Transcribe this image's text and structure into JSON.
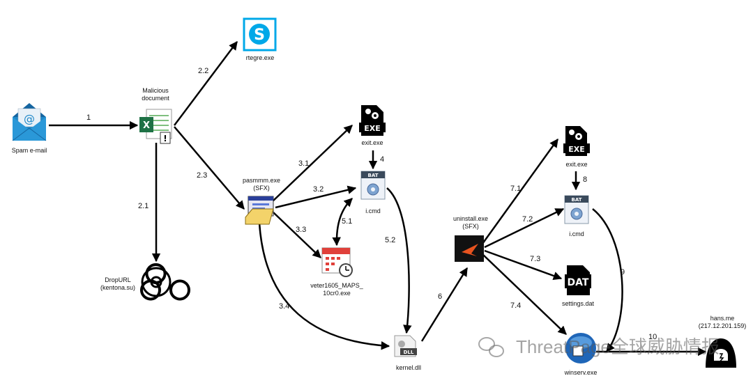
{
  "nodes": {
    "spam_email": {
      "label": "Spam e-mail"
    },
    "malicious_doc": {
      "label_line1": "Malicious",
      "label_line2": "document"
    },
    "rtegre": {
      "label": "rtegre.exe"
    },
    "dropurl": {
      "label_line1": "DropURL",
      "label_line2": "(kentona.su)"
    },
    "pasmmm": {
      "label_line1": "pasmmm.exe",
      "label_line2": "(SFX)"
    },
    "exit1": {
      "label": "exit.exe",
      "icon_text": "EXE"
    },
    "icmd1": {
      "label": "i.cmd",
      "icon_text": "BAT"
    },
    "veter": {
      "label_line1": "veter1605_MAPS_",
      "label_line2": "10cr0.exe"
    },
    "kernel": {
      "label": "kernel.dll",
      "icon_text": "DLL"
    },
    "uninstall": {
      "label_line1": "uninstall.exe",
      "label_line2": "(SFX)"
    },
    "exit2": {
      "label": "exit.exe",
      "icon_text": "EXE"
    },
    "icmd2": {
      "label": "i.cmd",
      "icon_text": "BAT"
    },
    "settings": {
      "label": "settings.dat",
      "icon_text": "DAT"
    },
    "winserv": {
      "label": "winserv.exe"
    },
    "hans": {
      "label_line1": "hans.me",
      "label_line2": "(217.12.201.159)"
    }
  },
  "edges": {
    "e1": "1",
    "e21": "2.1",
    "e22": "2.2",
    "e23": "2.3",
    "e31": "3.1",
    "e32": "3.2",
    "e33": "3.3",
    "e34": "3.4",
    "e4": "4",
    "e51": "5.1",
    "e52": "5.2",
    "e6": "6",
    "e71": "7.1",
    "e72": "7.2",
    "e73": "7.3",
    "e74": "7.4",
    "e8": "8",
    "e9": "9",
    "e10": "10"
  },
  "watermark": {
    "text": "ThreatPage全球威胁情报"
  },
  "colors": {
    "line": "#000000",
    "email_blue": "#1e88c8",
    "excel_green": "#1e7145",
    "skype_blue": "#00a8e8"
  }
}
